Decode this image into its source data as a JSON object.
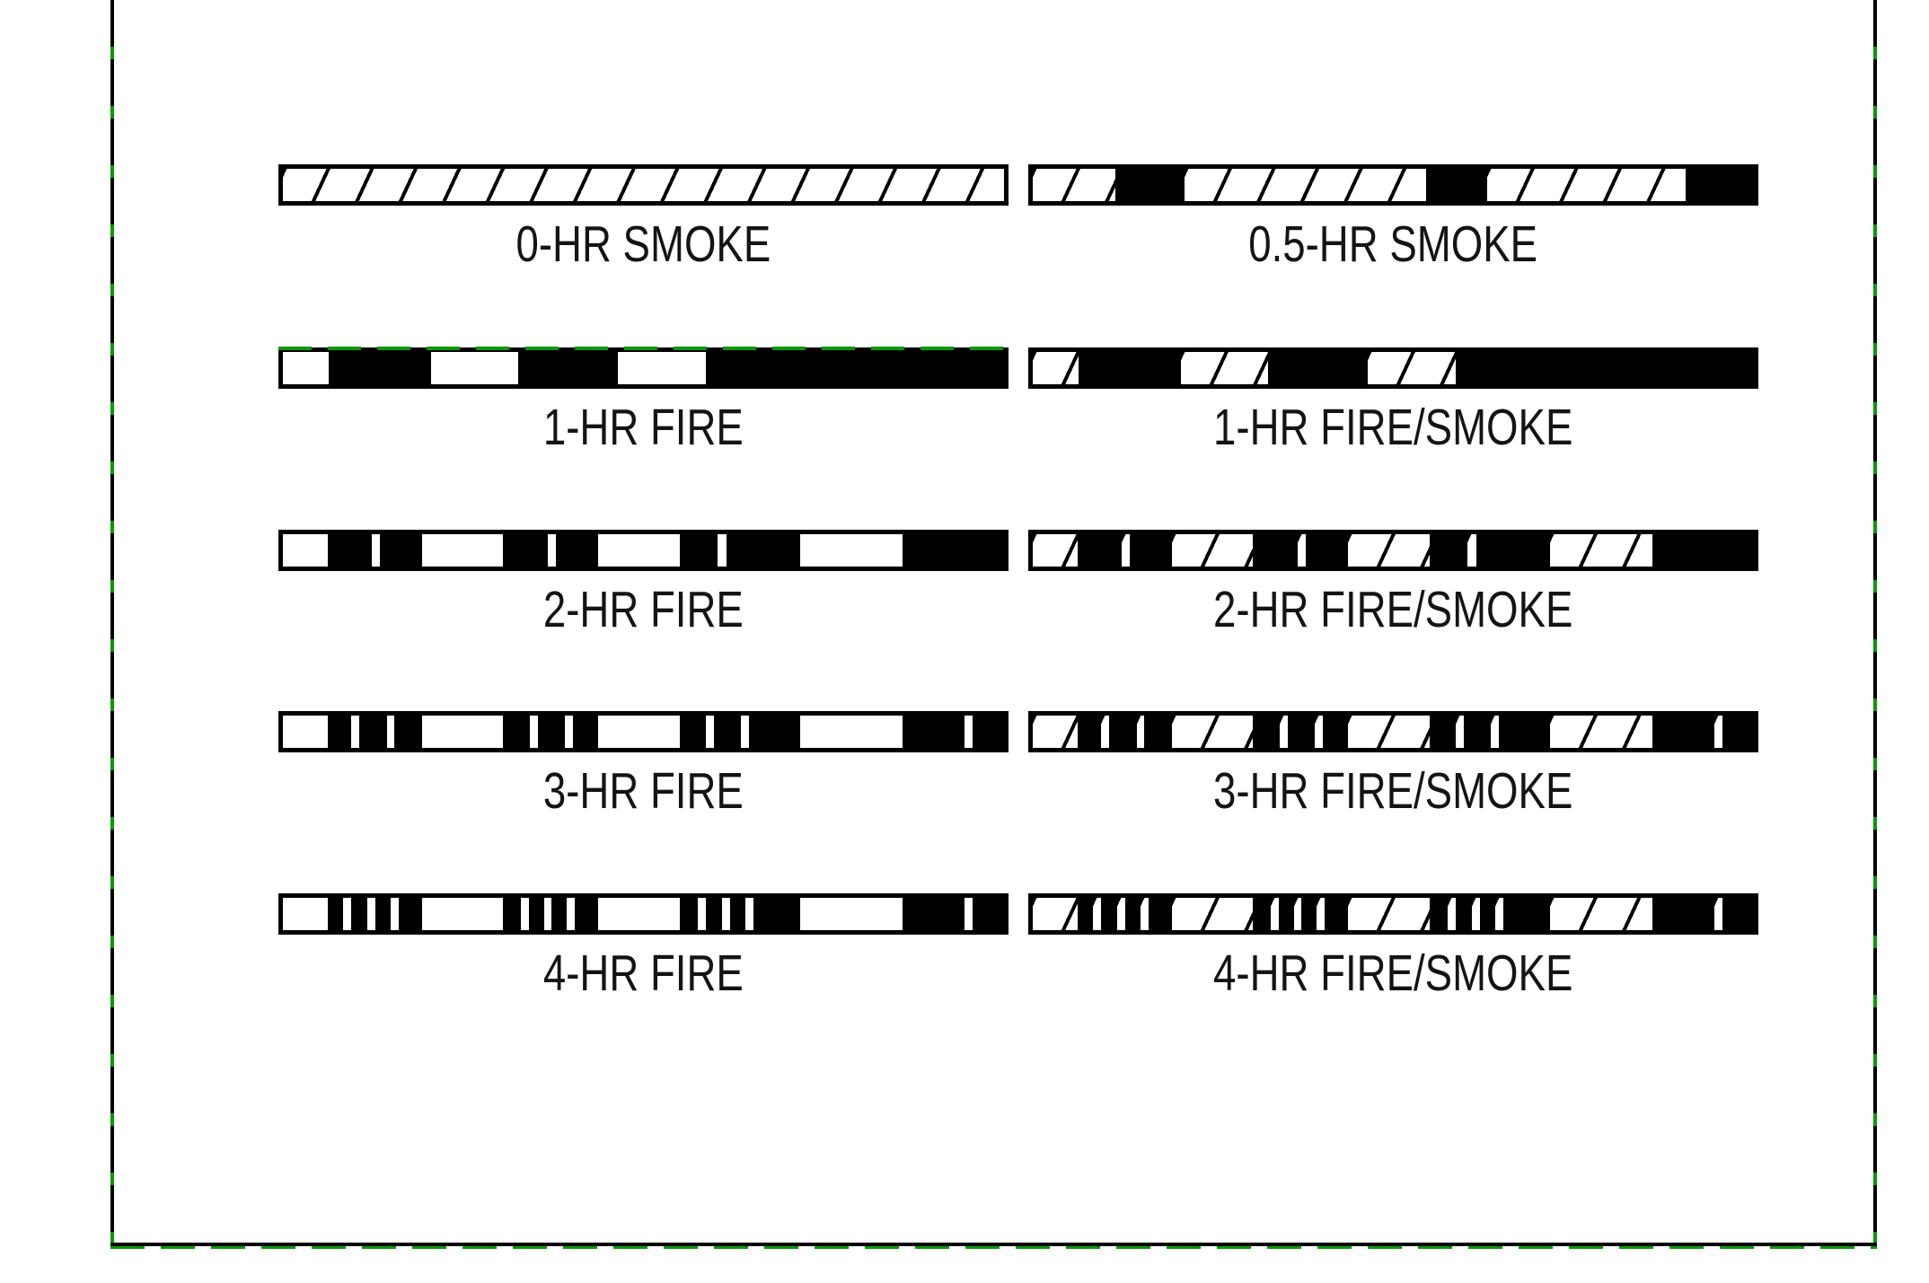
{
  "drawing": {
    "kind": "life-safety wall rating legend",
    "colors": {
      "line": "#000000",
      "fill_fire": "#000000",
      "background": "#ffffff",
      "accent_green": "#0a970a"
    },
    "frame": {
      "sides_visible": [
        "left",
        "bottom",
        "right"
      ],
      "style": "black line with green dashed overlay"
    },
    "legend": {
      "columns": 2,
      "rows": 5,
      "items": [
        {
          "label": "0-HR SMOKE",
          "column": "left",
          "row": 1,
          "pattern": [
            [
              "h",
              1.0
            ]
          ]
        },
        {
          "label": "0.5-HR SMOKE",
          "column": "right",
          "row": 1,
          "pattern": [
            [
              "h",
              0.115
            ],
            [
              "b",
              0.095
            ],
            [
              "h",
              0.335
            ],
            [
              "b",
              0.085
            ],
            [
              "h",
              0.275
            ],
            [
              "b",
              0.095
            ]
          ]
        },
        {
          "label": "1-HR FIRE",
          "column": "left",
          "row": 2,
          "green_dashed_overlay": true,
          "pattern": [
            [
              "w",
              0.064
            ],
            [
              "b",
              0.141
            ],
            [
              "w",
              0.121
            ],
            [
              "b",
              0.139
            ],
            [
              "w",
              0.121
            ],
            [
              "b",
              0.414
            ]
          ]
        },
        {
          "label": "1-HR FIRE/SMOKE",
          "column": "right",
          "row": 2,
          "pattern": [
            [
              "h",
              0.064
            ],
            [
              "b",
              0.141
            ],
            [
              "h",
              0.121
            ],
            [
              "b",
              0.139
            ],
            [
              "h",
              0.121
            ],
            [
              "b",
              0.414
            ]
          ]
        },
        {
          "label": "2-HR FIRE",
          "column": "left",
          "row": 3,
          "pattern": [
            [
              "w",
              0.062
            ],
            [
              "b",
              0.061
            ],
            [
              "w",
              0.011
            ],
            [
              "b",
              0.059
            ],
            [
              "w",
              0.112
            ],
            [
              "b",
              0.063
            ],
            [
              "w",
              0.011
            ],
            [
              "b",
              0.058
            ],
            [
              "w",
              0.113
            ],
            [
              "b",
              0.053
            ],
            [
              "w",
              0.012
            ],
            [
              "b",
              0.102
            ],
            [
              "w",
              0.143
            ],
            [
              "b",
              0.14
            ]
          ]
        },
        {
          "label": "2-HR FIRE/SMOKE",
          "column": "right",
          "row": 3,
          "pattern": [
            [
              "h",
              0.062
            ],
            [
              "b",
              0.061
            ],
            [
              "h",
              0.011
            ],
            [
              "b",
              0.059
            ],
            [
              "h",
              0.112
            ],
            [
              "b",
              0.063
            ],
            [
              "h",
              0.011
            ],
            [
              "b",
              0.058
            ],
            [
              "h",
              0.113
            ],
            [
              "b",
              0.053
            ],
            [
              "h",
              0.012
            ],
            [
              "b",
              0.102
            ],
            [
              "h",
              0.143
            ],
            [
              "b",
              0.14
            ]
          ]
        },
        {
          "label": "3-HR FIRE",
          "column": "left",
          "row": 4,
          "pattern": [
            [
              "w",
              0.062
            ],
            [
              "b",
              0.033
            ],
            [
              "w",
              0.011
            ],
            [
              "b",
              0.038
            ],
            [
              "w",
              0.011
            ],
            [
              "b",
              0.038
            ],
            [
              "w",
              0.112
            ],
            [
              "b",
              0.038
            ],
            [
              "w",
              0.011
            ],
            [
              "b",
              0.037
            ],
            [
              "w",
              0.011
            ],
            [
              "b",
              0.035
            ],
            [
              "w",
              0.113
            ],
            [
              "b",
              0.037
            ],
            [
              "w",
              0.011
            ],
            [
              "b",
              0.037
            ],
            [
              "w",
              0.011
            ],
            [
              "b",
              0.071
            ],
            [
              "w",
              0.143
            ],
            [
              "b",
              0.085
            ],
            [
              "w",
              0.011
            ],
            [
              "b",
              0.044
            ]
          ]
        },
        {
          "label": "3-HR FIRE/SMOKE",
          "column": "right",
          "row": 4,
          "pattern": [
            [
              "h",
              0.062
            ],
            [
              "b",
              0.033
            ],
            [
              "h",
              0.011
            ],
            [
              "b",
              0.038
            ],
            [
              "h",
              0.011
            ],
            [
              "b",
              0.038
            ],
            [
              "h",
              0.112
            ],
            [
              "b",
              0.038
            ],
            [
              "h",
              0.011
            ],
            [
              "b",
              0.037
            ],
            [
              "h",
              0.011
            ],
            [
              "b",
              0.035
            ],
            [
              "h",
              0.113
            ],
            [
              "b",
              0.037
            ],
            [
              "h",
              0.011
            ],
            [
              "b",
              0.037
            ],
            [
              "h",
              0.011
            ],
            [
              "b",
              0.071
            ],
            [
              "h",
              0.143
            ],
            [
              "b",
              0.085
            ],
            [
              "h",
              0.011
            ],
            [
              "b",
              0.044
            ]
          ]
        },
        {
          "label": "4-HR FIRE",
          "column": "left",
          "row": 5,
          "pattern": [
            [
              "w",
              0.062
            ],
            [
              "b",
              0.022
            ],
            [
              "w",
              0.011
            ],
            [
              "b",
              0.022
            ],
            [
              "w",
              0.011
            ],
            [
              "b",
              0.022
            ],
            [
              "w",
              0.011
            ],
            [
              "b",
              0.032
            ],
            [
              "w",
              0.112
            ],
            [
              "b",
              0.025
            ],
            [
              "w",
              0.011
            ],
            [
              "b",
              0.021
            ],
            [
              "w",
              0.011
            ],
            [
              "b",
              0.021
            ],
            [
              "w",
              0.011
            ],
            [
              "b",
              0.032
            ],
            [
              "w",
              0.113
            ],
            [
              "b",
              0.026
            ],
            [
              "w",
              0.011
            ],
            [
              "b",
              0.022
            ],
            [
              "w",
              0.011
            ],
            [
              "b",
              0.022
            ],
            [
              "w",
              0.011
            ],
            [
              "b",
              0.064
            ],
            [
              "w",
              0.143
            ],
            [
              "b",
              0.085
            ],
            [
              "w",
              0.012
            ],
            [
              "b",
              0.043
            ]
          ]
        },
        {
          "label": "4-HR FIRE/SMOKE",
          "column": "right",
          "row": 5,
          "pattern": [
            [
              "h",
              0.062
            ],
            [
              "b",
              0.022
            ],
            [
              "h",
              0.011
            ],
            [
              "b",
              0.022
            ],
            [
              "h",
              0.011
            ],
            [
              "b",
              0.022
            ],
            [
              "h",
              0.011
            ],
            [
              "b",
              0.032
            ],
            [
              "h",
              0.112
            ],
            [
              "b",
              0.025
            ],
            [
              "h",
              0.011
            ],
            [
              "b",
              0.021
            ],
            [
              "h",
              0.011
            ],
            [
              "b",
              0.021
            ],
            [
              "h",
              0.011
            ],
            [
              "b",
              0.032
            ],
            [
              "h",
              0.113
            ],
            [
              "b",
              0.026
            ],
            [
              "h",
              0.011
            ],
            [
              "b",
              0.022
            ],
            [
              "h",
              0.011
            ],
            [
              "b",
              0.022
            ],
            [
              "h",
              0.011
            ],
            [
              "b",
              0.064
            ],
            [
              "h",
              0.143
            ],
            [
              "b",
              0.085
            ],
            [
              "h",
              0.012
            ],
            [
              "b",
              0.043
            ]
          ]
        }
      ]
    }
  }
}
